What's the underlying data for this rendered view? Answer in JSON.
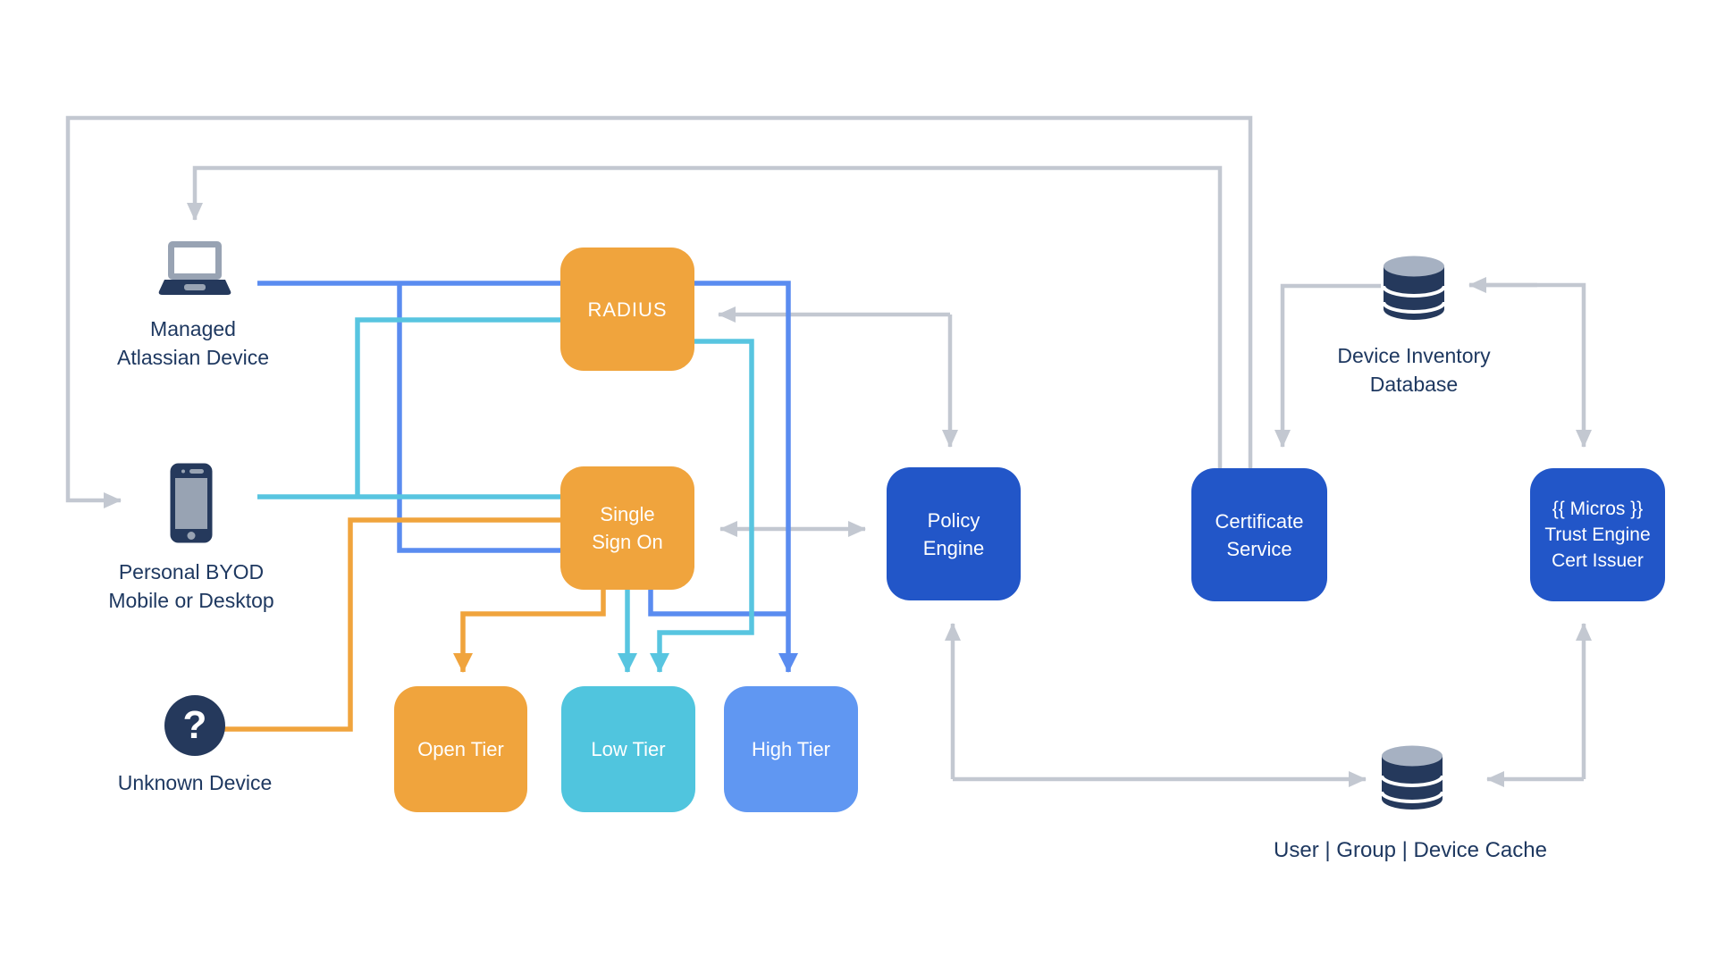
{
  "labels": {
    "managed_device": "Managed\nAtlassian Device",
    "byod_device": "Personal BYOD\nMobile or Desktop",
    "unknown_device": "Unknown Device",
    "radius": "RADIUS",
    "sso": "Single\nSign On",
    "open_tier": "Open Tier",
    "low_tier": "Low Tier",
    "high_tier": "High Tier",
    "policy_engine": "Policy\nEngine",
    "certificate_service": "Certificate\nService",
    "micros": "{{ Micros }}\nTrust Engine\nCert Issuer",
    "device_inventory_db": "Device Inventory\nDatabase",
    "user_group_device_cache": "User | Group | Device Cache"
  },
  "icons": {
    "managed_device": "laptop-icon",
    "byod_device": "smartphone-icon",
    "unknown_device": "question-mark-icon",
    "question_glyph": "?",
    "device_inventory_db": "database-icon",
    "user_group_device_cache": "database-icon"
  },
  "colors": {
    "orange": "#F0A43D",
    "cyan_box": "#50C5DE",
    "blue_box": "#6097F2",
    "navy_box": "#2256C8",
    "line_blue": "#5A8CF0",
    "line_cyan": "#58C5E0",
    "line_orange": "#F0A43D",
    "line_gray": "#C3C8D1",
    "icon_navy": "#25395C",
    "icon_gray": "#98A3B3",
    "db_top": "#A6B1C2",
    "text_navy": "#1E3860",
    "background": "#FFFFFF"
  }
}
